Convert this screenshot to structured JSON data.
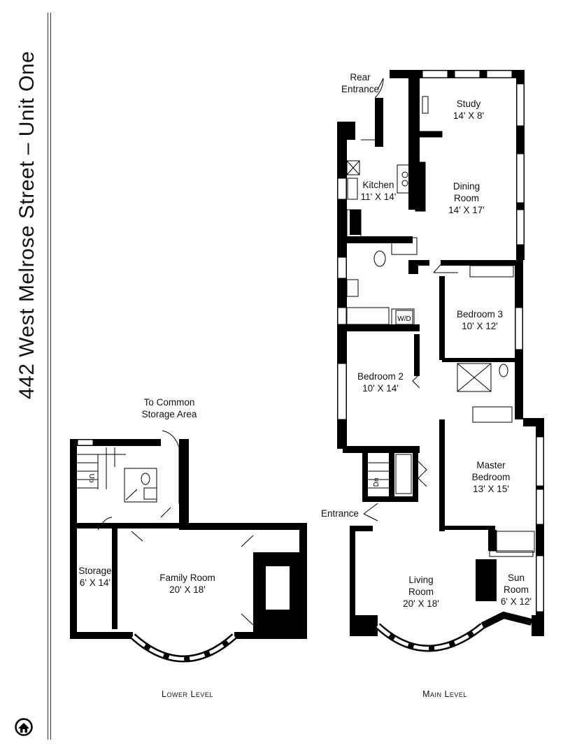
{
  "title": "442 West Melrose Street – Unit One",
  "levels": {
    "lower": "Lower Level",
    "main": "Main Level"
  },
  "rooms": {
    "rear_entrance": "Rear\nEntrance",
    "study": "Study\n14' X 8'",
    "kitchen": "Kitchen\n11' X 14'",
    "dining": "Dining\nRoom\n14' X 17'",
    "bedroom3": "Bedroom 3\n10' X 12'",
    "bedroom2": "Bedroom 2\n10' X 14'",
    "master": "Master\nBedroom\n13' X 15'",
    "entrance": "Entrance",
    "living": "Living\nRoom\n20' X 18'",
    "sunroom": "Sun\nRoom\n6' X 12'",
    "common_storage": "To Common\nStorage Area",
    "storage": "Storage\n6' X 14'",
    "family": "Family Room\n20' X 18'"
  },
  "fixtures": {
    "washer_dryer": "W/D",
    "stairs_up": "Up",
    "stairs_down": "Dn"
  },
  "colors": {
    "wall": "#000000",
    "window": "#ffffff",
    "line": "#333333"
  },
  "logo_icon": "house-logo-icon"
}
